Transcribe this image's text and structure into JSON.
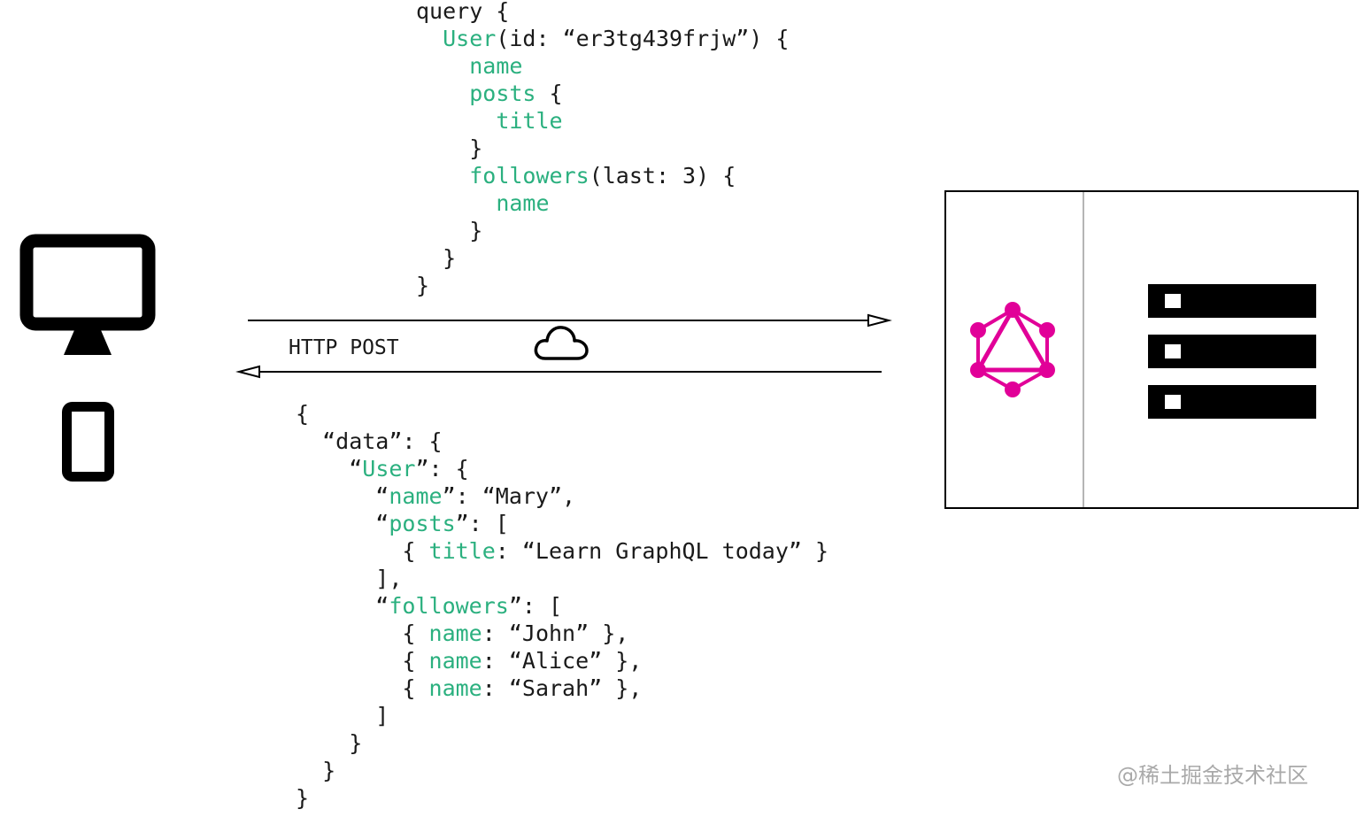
{
  "colors": {
    "code_text": "#1a1a1a",
    "code_keyword": "#2bb07f",
    "graphql_magenta": "#e10098",
    "icon_black": "#000000",
    "watermark": "#a9a9a9"
  },
  "icons": {
    "client_desktop": "desktop-monitor-icon",
    "client_mobile": "mobile-phone-icon",
    "network": "cloud-icon",
    "graphql": "graphql-logo-icon",
    "database": "server-rack-icon"
  },
  "query_lines": [
    [
      {
        "t": "query {"
      }
    ],
    [
      {
        "t": "  "
      },
      {
        "t": "User",
        "k": true
      },
      {
        "t": "(id: “er3tg439frjw”) {"
      }
    ],
    [
      {
        "t": "    "
      },
      {
        "t": "name",
        "k": true
      }
    ],
    [
      {
        "t": "    "
      },
      {
        "t": "posts",
        "k": true
      },
      {
        "t": " {"
      }
    ],
    [
      {
        "t": "      "
      },
      {
        "t": "title",
        "k": true
      }
    ],
    [
      {
        "t": "    }"
      }
    ],
    [
      {
        "t": "    "
      },
      {
        "t": "followers",
        "k": true
      },
      {
        "t": "(last: 3) {"
      }
    ],
    [
      {
        "t": "      "
      },
      {
        "t": "name",
        "k": true
      }
    ],
    [
      {
        "t": "    }"
      }
    ],
    [
      {
        "t": "  }"
      }
    ],
    [
      {
        "t": "}"
      }
    ]
  ],
  "transport_label": "HTTP POST",
  "response_lines": [
    [
      {
        "t": "{"
      }
    ],
    [
      {
        "t": "  “data”: {"
      }
    ],
    [
      {
        "t": "    “"
      },
      {
        "t": "User",
        "k": true
      },
      {
        "t": "”: {"
      }
    ],
    [
      {
        "t": "      “"
      },
      {
        "t": "name",
        "k": true
      },
      {
        "t": "”: “Mary”,"
      }
    ],
    [
      {
        "t": "      “"
      },
      {
        "t": "posts",
        "k": true
      },
      {
        "t": "”: ["
      }
    ],
    [
      {
        "t": "        { "
      },
      {
        "t": "title",
        "k": true
      },
      {
        "t": ": “Learn GraphQL today” }"
      }
    ],
    [
      {
        "t": "      ],"
      }
    ],
    [
      {
        "t": "      “"
      },
      {
        "t": "followers",
        "k": true
      },
      {
        "t": "”: ["
      }
    ],
    [
      {
        "t": "        { "
      },
      {
        "t": "name",
        "k": true
      },
      {
        "t": ": “John” },"
      }
    ],
    [
      {
        "t": "        { "
      },
      {
        "t": "name",
        "k": true
      },
      {
        "t": ": “Alice” },"
      }
    ],
    [
      {
        "t": "        { "
      },
      {
        "t": "name",
        "k": true
      },
      {
        "t": ": “Sarah” },"
      }
    ],
    [
      {
        "t": "      ]"
      }
    ],
    [
      {
        "t": "    }"
      }
    ],
    [
      {
        "t": "  }"
      }
    ],
    [
      {
        "t": "}"
      }
    ]
  ],
  "watermark": "@稀土掘金技术社区"
}
